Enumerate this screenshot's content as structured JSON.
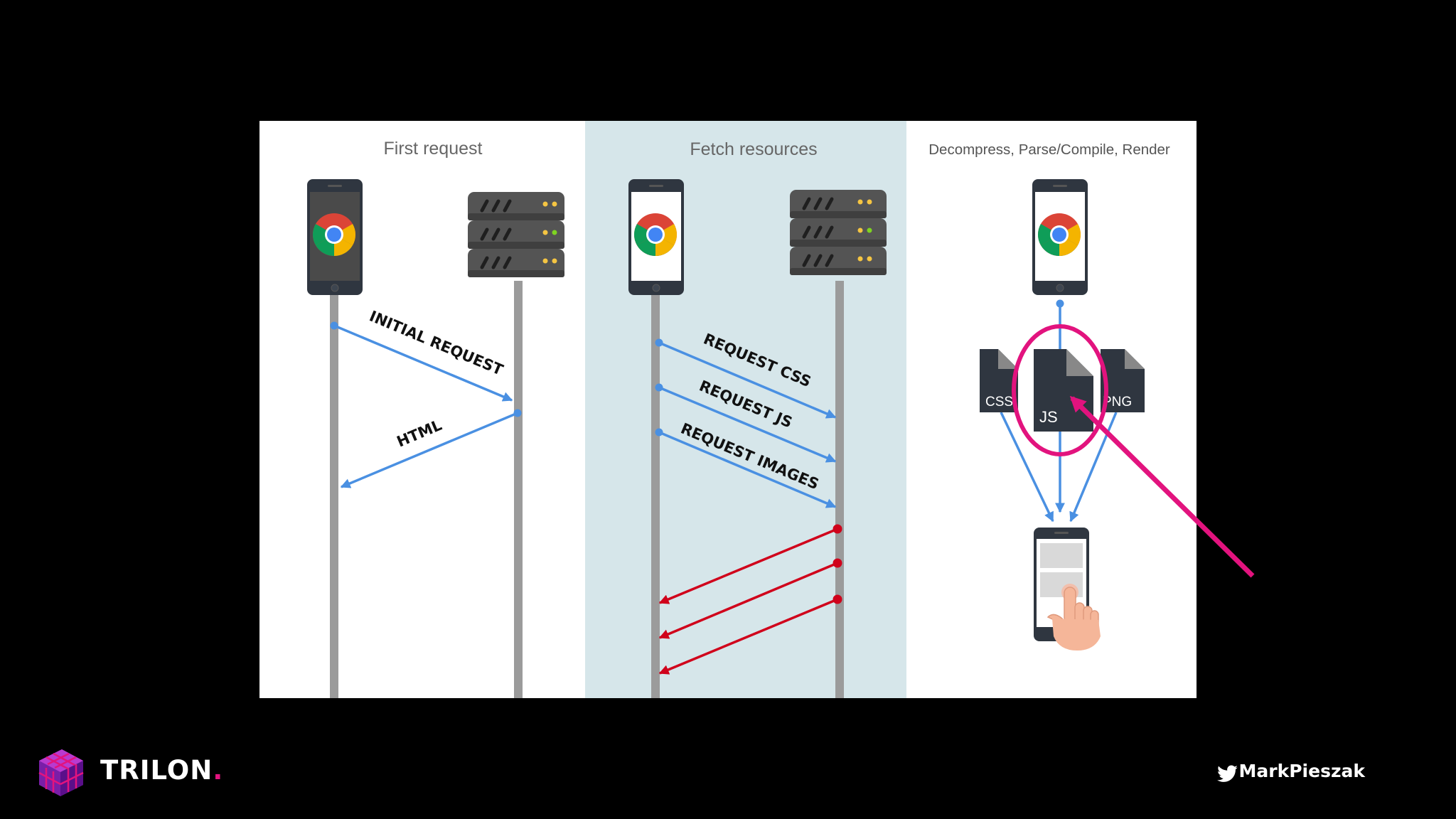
{
  "panels": [
    {
      "title": "First request"
    },
    {
      "title": "Fetch resources"
    },
    {
      "title": "Decompress, Parse/Compile, Render"
    }
  ],
  "arrows": {
    "initial_request": "INITIAL REQUEST",
    "html": "HTML",
    "request_css": "REQUEST CSS",
    "request_js": "REQUEST JS",
    "request_images": "REQUEST IMAGES"
  },
  "files": {
    "css": "CSS",
    "js": "JS",
    "png": "PNG"
  },
  "brand": {
    "name": "TRILON",
    "dot": "."
  },
  "twitter": {
    "handle": "MarkPieszak"
  },
  "colors": {
    "blue": "#4a90e2",
    "red": "#d0021b",
    "pink": "#e2137e",
    "panel_mid_bg": "#d6e6ea"
  }
}
